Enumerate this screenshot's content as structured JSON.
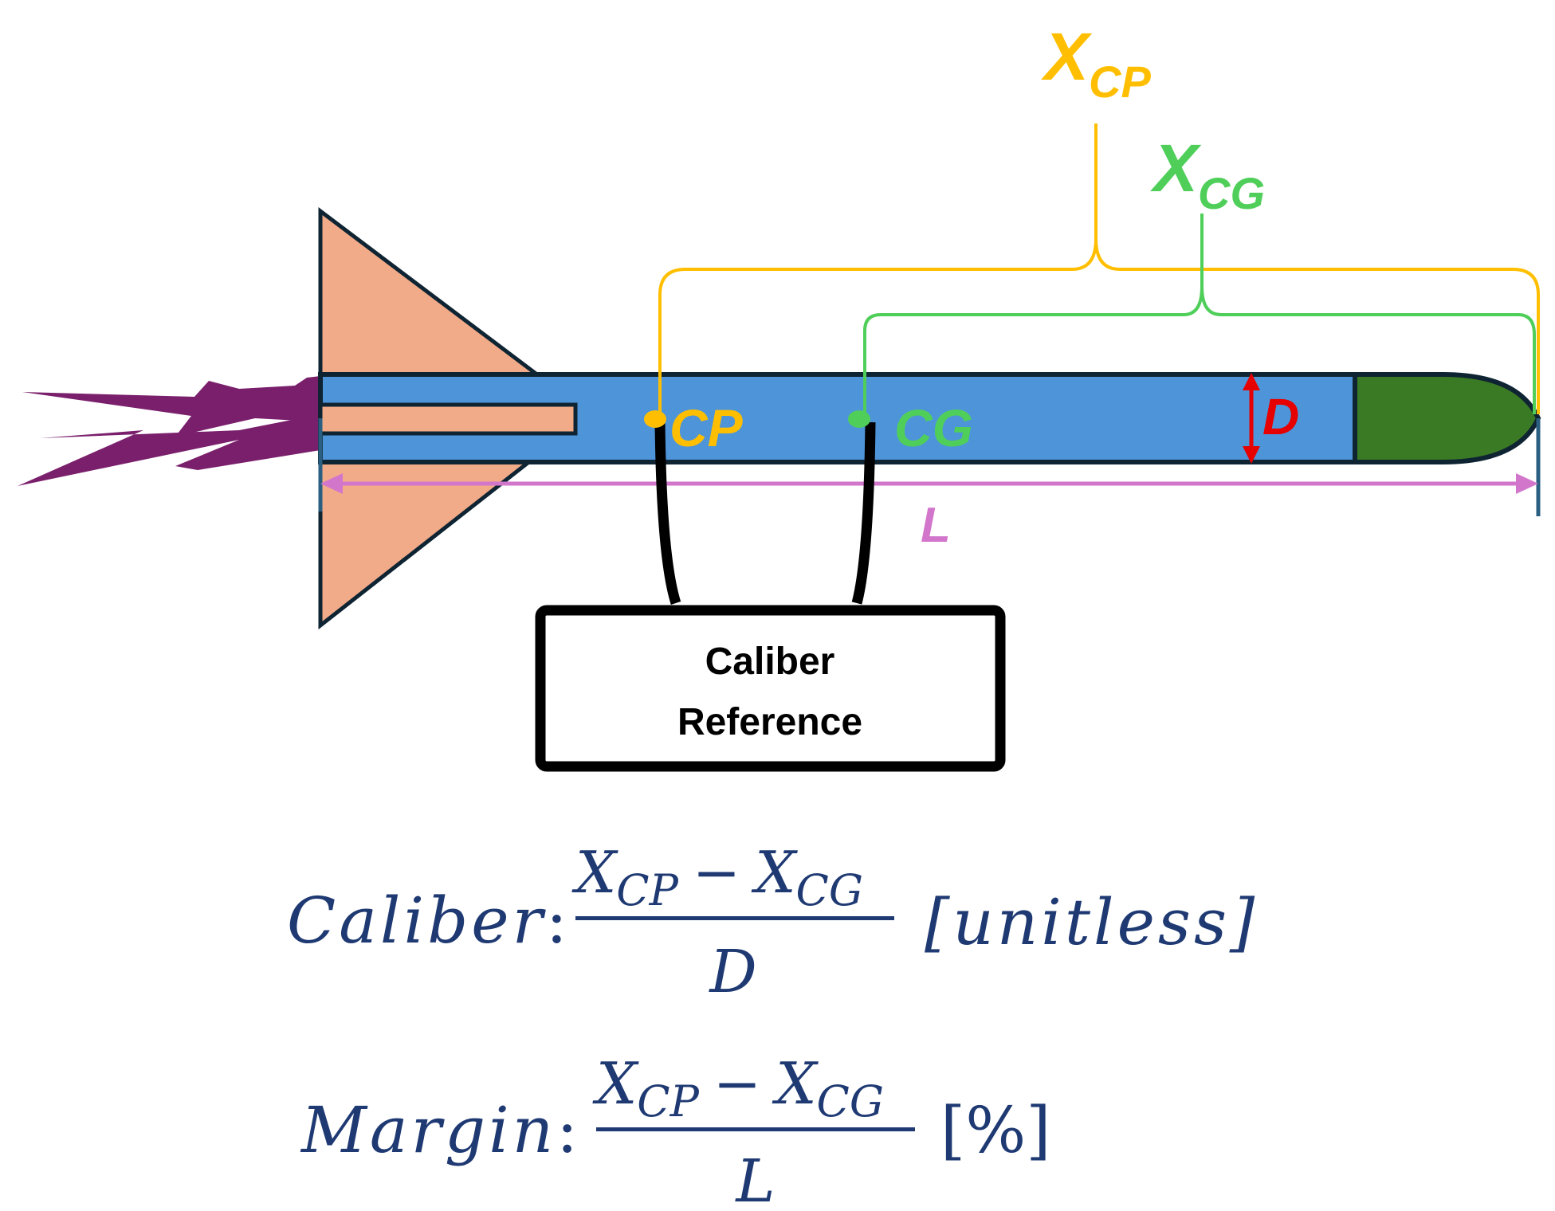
{
  "colors": {
    "body_blue": "#4e94d8",
    "fin_peach": "#f2ab88",
    "flame_purple": "#7a1f6c",
    "nose_green": "#3b7a24",
    "outline_dark": "#0f2433",
    "cp_yellow": "#ffbf00",
    "cg_green": "#4fcf5a",
    "d_red": "#e60000",
    "l_pink": "#d276cc",
    "equation_navy": "#1f3a73"
  },
  "icons": {
    "flame": "exhaust-flame-icon",
    "rocket": "rocket-body-icon"
  },
  "labels": {
    "xcp_main": "X",
    "xcp_sub": "CP",
    "xcg_main": "X",
    "xcg_sub": "CG",
    "cp": "CP",
    "cg": "CG",
    "d": "D",
    "l": "L"
  },
  "caliber_box": {
    "line1": "Caliber",
    "line2": "Reference"
  },
  "equations": {
    "caliber": {
      "name": "Caliber",
      "colon": ":",
      "num_x1": "X",
      "num_sub1": "CP",
      "minus": "−",
      "num_x2": "X",
      "num_sub2": "CG",
      "denominator": "D",
      "unit": "[unitless]"
    },
    "margin": {
      "name": "Margin",
      "colon": ":",
      "num_x1": "X",
      "num_sub1": "CP",
      "minus": "−",
      "num_x2": "X",
      "num_sub2": "CG",
      "denominator": "L",
      "unit": "[%]"
    }
  }
}
